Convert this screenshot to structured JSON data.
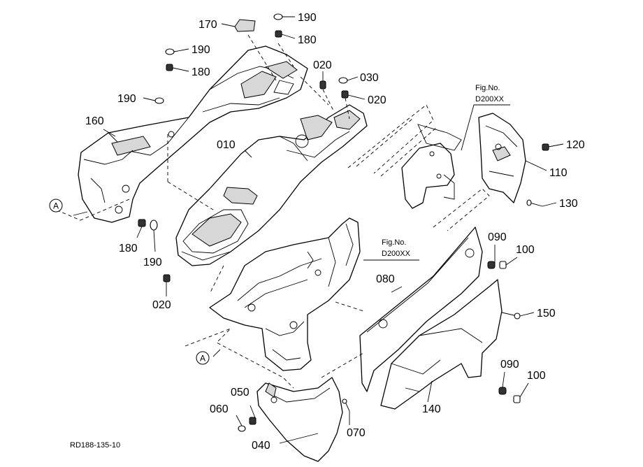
{
  "diagram": {
    "labels": {
      "p010": "010",
      "p020a": "020",
      "p020b": "020",
      "p020c": "020",
      "p030": "030",
      "p040": "040",
      "p050": "050",
      "p060": "060",
      "p070": "070",
      "p080": "080",
      "p090a": "090",
      "p090b": "090",
      "p100a": "100",
      "p100b": "100",
      "p110": "110",
      "p120": "120",
      "p130": "130",
      "p140": "140",
      "p150": "150",
      "p160": "160",
      "p170": "170",
      "p180a": "180",
      "p180b": "180",
      "p180c": "180",
      "p190a": "190",
      "p190b": "190",
      "p190c": "190",
      "p190d": "190"
    },
    "fig_refs": {
      "ref1_line1": "Fig.No.",
      "ref1_line2": "D200XX",
      "ref2_line1": "Fig.No.",
      "ref2_line2": "D200XX"
    },
    "markers": {
      "a1": "A",
      "a2": "A"
    },
    "drawing_number": "RD188-135-10"
  }
}
